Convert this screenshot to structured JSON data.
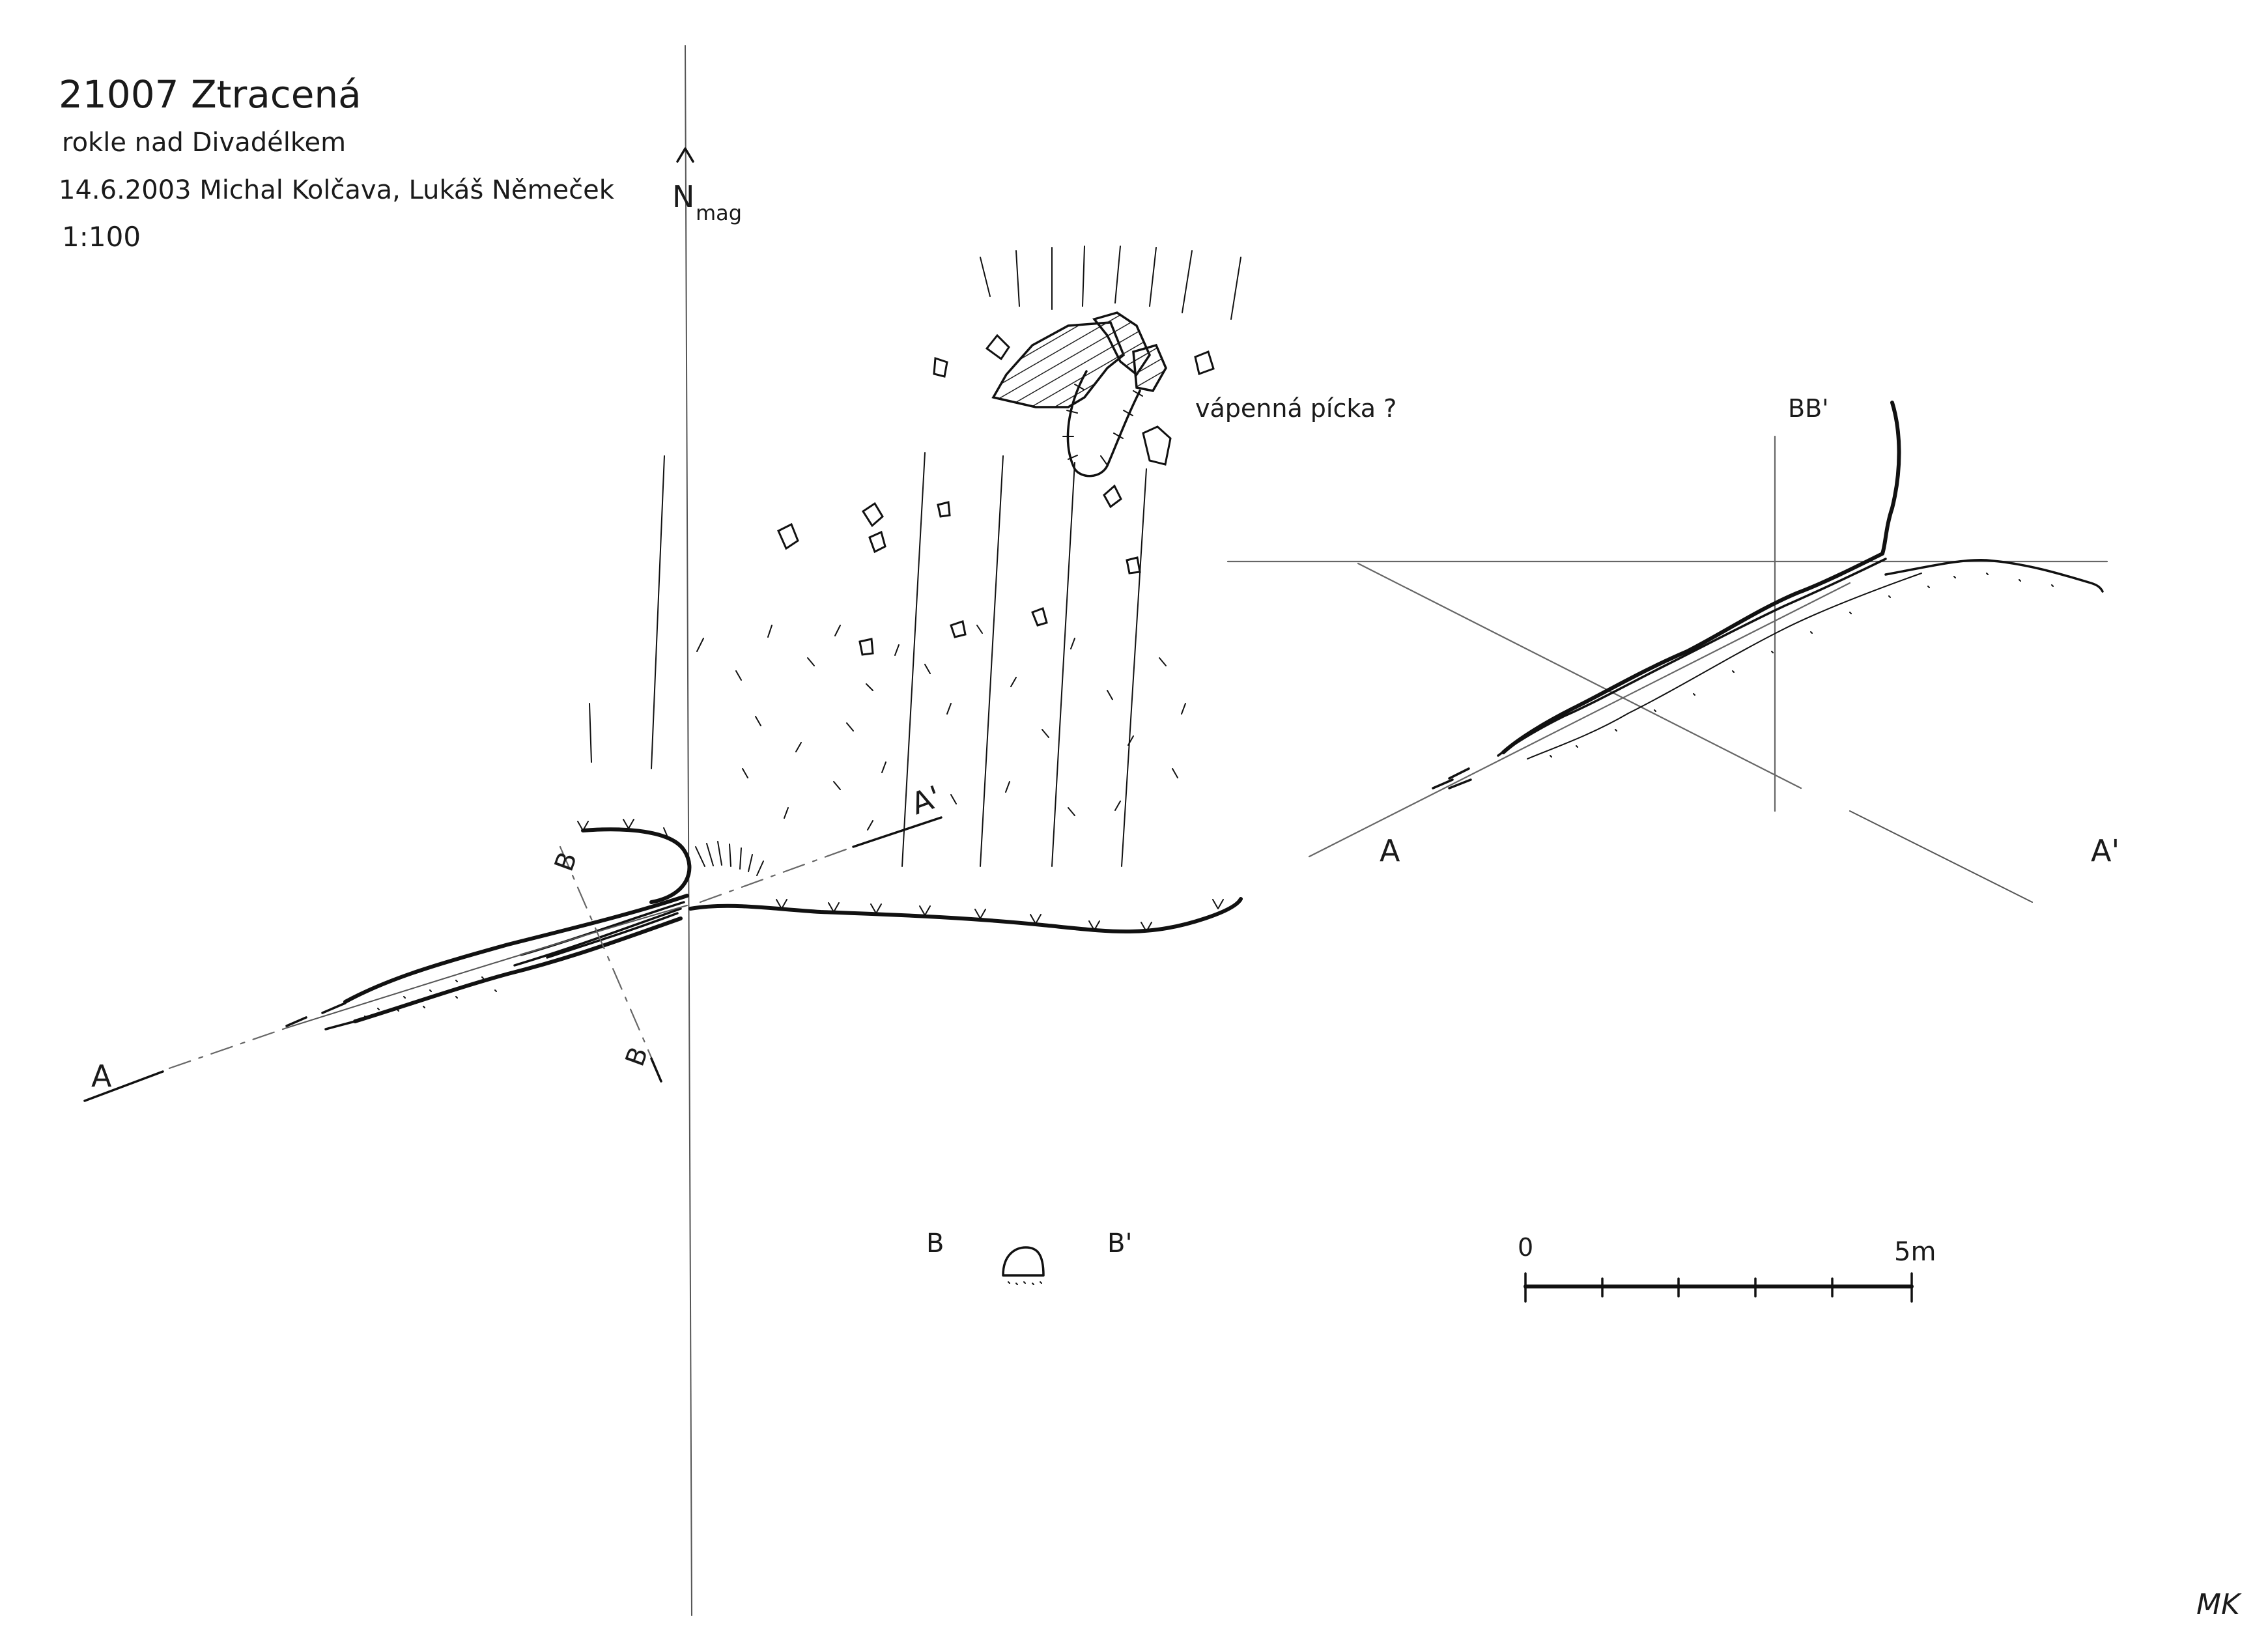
{
  "header": {
    "cave_id_name": "21007  Ztracená",
    "location": "rokle nad Divadélkem",
    "date_authors": "14.6.2003 Michal Kolčava, Lukáš Němeček",
    "scale": "1:100"
  },
  "north_arrow": {
    "label": "N",
    "subscript": "mag"
  },
  "plan": {
    "feature_label": "vápenná pícka ?",
    "section_a_start": "A",
    "section_a_end": "A'",
    "section_b_top": "B",
    "section_b_bottom": "B"
  },
  "profile_aa": {
    "label_bb": "BB'",
    "label_a": "A",
    "label_a_end": "A'"
  },
  "cross_section_bb": {
    "label_b": "B",
    "label_b_end": "B'"
  },
  "scale_bar": {
    "zero_label": "0",
    "end_label": "5m",
    "divisions": 5
  },
  "signature": "MK"
}
